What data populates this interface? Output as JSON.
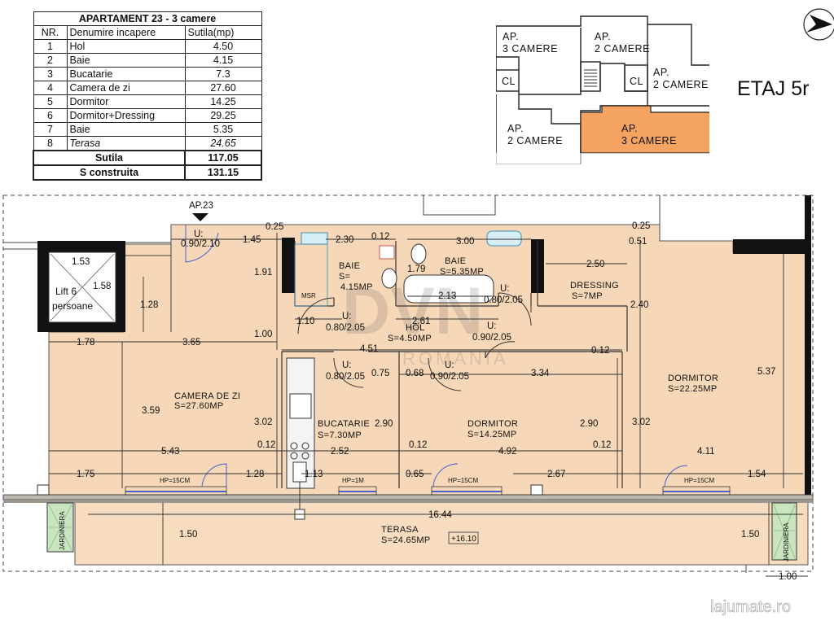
{
  "table": {
    "title": "APARTAMENT 23 - 3 camere",
    "headers": [
      "NR.",
      "Denumire incapere",
      "Sutila(mp)"
    ],
    "rows": [
      {
        "nr": "1",
        "name": "Hol",
        "area": "4.50"
      },
      {
        "nr": "2",
        "name": "Baie",
        "area": "4.15"
      },
      {
        "nr": "3",
        "name": "Bucatarie",
        "area": "7.3"
      },
      {
        "nr": "4",
        "name": "Camera de zi",
        "area": "27.60"
      },
      {
        "nr": "5",
        "name": "Dormitor",
        "area": "14.25"
      },
      {
        "nr": "6",
        "name": "Dormitor+Dressing",
        "area": "29.25"
      },
      {
        "nr": "7",
        "name": "Baie",
        "area": "5.35"
      },
      {
        "nr": "8",
        "name": "Terasa",
        "area": "24.65"
      }
    ],
    "sutila_label": "Sutila",
    "sutila_value": "117.05",
    "sconstr_label": "S construita",
    "sconstr_value": "131.15"
  },
  "keyplan": {
    "ap1": "AP.\n3 CAMERE",
    "ap2": "AP.\n2 CAMERE",
    "ap3": "AP.\n2 CAMERE",
    "ap4": "AP.\n2 CAMERE",
    "ap5": "AP.\n3 CAMERE",
    "cl1": "CL",
    "cl2": "CL",
    "highlight_color": "#f4a460"
  },
  "floor_label": "ETAJ 5r",
  "plan": {
    "apt_label": "AP.23",
    "lift": {
      "name": "Lift 6\npersoane",
      "w": "1.53",
      "h": "1.58"
    },
    "rooms": {
      "baie1": [
        "BAIE",
        "S=",
        "4.15MP"
      ],
      "baie2": [
        "BAIE",
        "S=5.35MP"
      ],
      "dressing": [
        "DRESSING",
        "S=7MP"
      ],
      "hol": [
        "HOL",
        "S=4.50MP"
      ],
      "camera": [
        "CAMERA DE ZI",
        "S=27.60MP"
      ],
      "bucatarie": [
        "BUCATARIE",
        "S=7.30MP"
      ],
      "dormitor1": [
        "DORMITOR",
        "S=14.25MP"
      ],
      "dormitor2": [
        "DORMITOR",
        "S=22.25MP"
      ],
      "terasa": [
        "TERASA",
        "S=24.65MP"
      ]
    },
    "elevation": "+16.10",
    "door_marks": {
      "u_entry": "U:",
      "d_entry": "0.90/2.10",
      "u_b1": "U:",
      "d_b1": "0.80/2.05",
      "u_b2": "U:",
      "d_b2": "0.80/2.05",
      "u_dr": "U:",
      "d_dr": "0.90/2.05",
      "u_k": "U:",
      "d_k": "0.80/2.05",
      "u_d1": "U:",
      "d_d1": "0.90/2.05"
    },
    "windows": {
      "w1": "HP=15CM",
      "w2": "HP=1M",
      "w3": "HP=15CM",
      "w4": "HP=15CM"
    },
    "jardiniera": "JARDINIERA",
    "msr": "MSR",
    "dims": {
      "d025a": "0.25",
      "d145": "1.45",
      "d230": "2.30",
      "d012a": "0.12",
      "d300": "3.00",
      "d025b": "0.25",
      "d051": "0.51",
      "d191": "1.91",
      "d179": "1.79",
      "d250": "2.50",
      "d213": "2.13",
      "d240": "2.40",
      "d128a": "1.28",
      "d110": "1.10",
      "d261": "2.61",
      "d178": "1.78",
      "d365": "3.65",
      "d100": "1.00",
      "d451": "4.51",
      "d012b": "0.12",
      "d537": "5.37",
      "d075": "0.75",
      "d068": "0.68",
      "d334": "3.34",
      "d359": "3.59",
      "d302a": "3.02",
      "d290a": "2.90",
      "d290b": "2.90",
      "d302b": "3.02",
      "d543": "5.43",
      "d012c": "0.12",
      "d252": "2.52",
      "d012d": "0.12",
      "d492": "4.92",
      "d012e": "0.12",
      "d411": "4.11",
      "d175": "1.75",
      "d128b": "1.28",
      "d113": "1.13",
      "d065": "0.65",
      "d267": "2.67",
      "d154": "1.54",
      "d1644": "16.44",
      "d150a": "1.50",
      "d150b": "1.50",
      "d100b": "1.00"
    }
  },
  "watermark": {
    "logo": "DVN",
    "sub": "ROMANIA",
    "site": "lajumate.ro"
  },
  "colors": {
    "room_fill": "#f6d7b8",
    "terrace_fill": "#f8dcc0",
    "wall": "#111111",
    "window": "#4b5fd0",
    "keyplan_hl": "#f4a460"
  }
}
